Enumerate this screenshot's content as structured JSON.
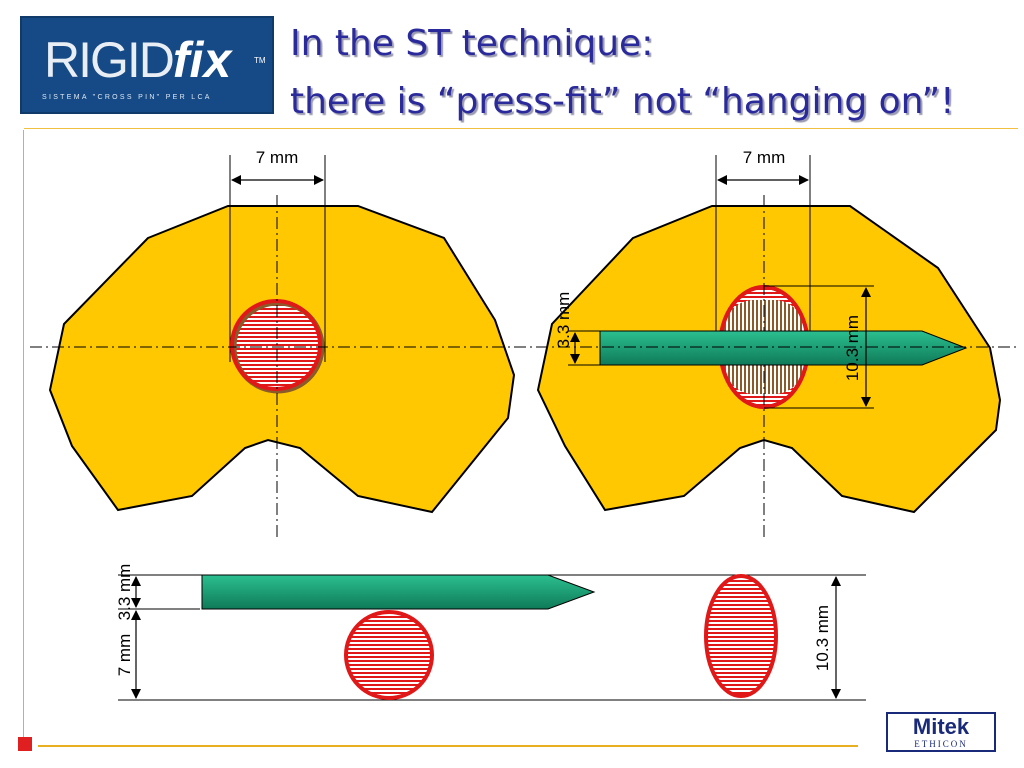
{
  "title": {
    "line1": "In the ST technique:",
    "line2": "there is “press-fit” not “hanging on”!"
  },
  "logos": {
    "rigidfix": {
      "part1": "RIGID",
      "part2": "fix",
      "tm": "TM",
      "tagline": "SISTEMA \"CROSS PIN\" PER LCA"
    },
    "mitek": {
      "brand": "Mitek",
      "sub": "ETHICON"
    }
  },
  "dimensions": {
    "left_width": "7 mm",
    "right_width": "7 mm",
    "right_pin_diameter": "3.3 mm",
    "right_tunnel_height": "10.3 mm",
    "bottom_pin_diameter": "3.3 mm",
    "bottom_graft_diameter": "7 mm",
    "bottom_oval_height": "10.3 mm"
  },
  "colors": {
    "bone": "#ffc800",
    "graft_outline": "#e01818",
    "pin": "#1fa07a",
    "title": "#2a2a9a"
  }
}
